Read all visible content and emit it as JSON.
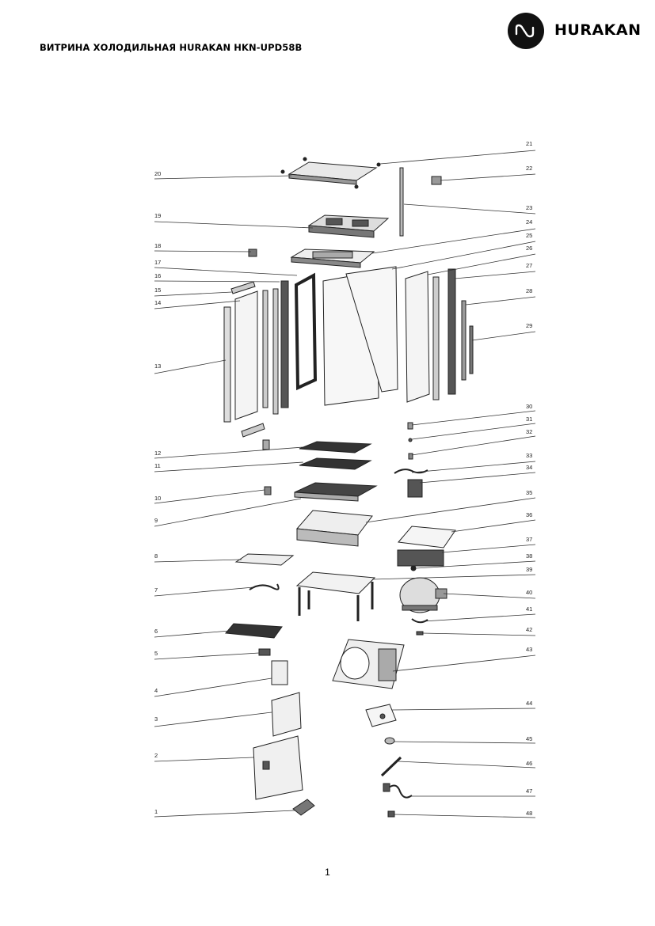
{
  "header": {
    "title": "ВИТРИНА ХОЛОДИЛЬНАЯ HURAKAN HKN-UPD58B",
    "brand": "HURAKAN"
  },
  "diagram": {
    "callouts": [
      "1",
      "2",
      "3",
      "4",
      "5",
      "6",
      "7",
      "8",
      "9",
      "10",
      "11",
      "12",
      "13",
      "14",
      "15",
      "16",
      "17",
      "18",
      "19",
      "20",
      "21",
      "22",
      "23",
      "24",
      "25",
      "26",
      "27",
      "28",
      "29",
      "30",
      "31",
      "32",
      "33",
      "34",
      "35",
      "36",
      "37",
      "38",
      "39",
      "40",
      "41",
      "42",
      "43",
      "44",
      "45",
      "46",
      "47",
      "48"
    ]
  },
  "footer": {
    "page_number": "1"
  },
  "colors": {
    "ink": "#111111",
    "line": "#333333",
    "fill_light": "#eeeeee",
    "fill_mid": "#cccccc"
  }
}
